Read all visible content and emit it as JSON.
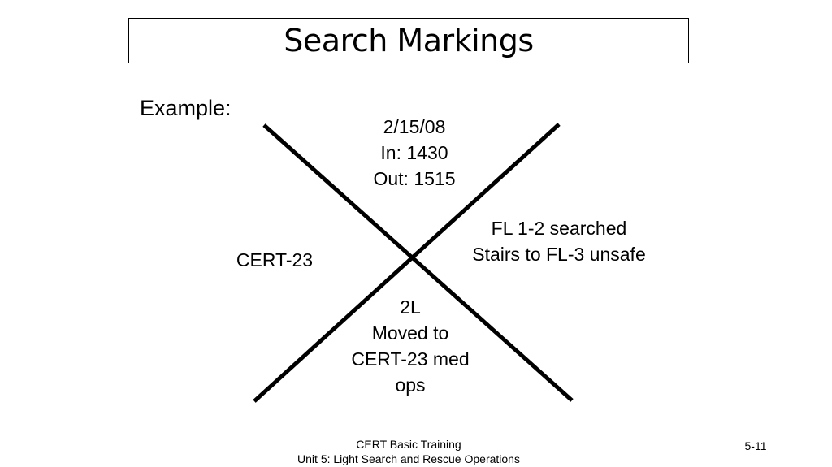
{
  "slide": {
    "title": "Search Markings",
    "example_label": "Example:",
    "marking": {
      "top": [
        "2/15/08",
        "In: 1430",
        "Out: 1515"
      ],
      "right": [
        "FL 1-2 searched",
        "Stairs to FL-3 unsafe"
      ],
      "left": [
        "CERT-23"
      ],
      "bottom": [
        "2L",
        "Moved to",
        "CERT-23 med",
        "ops"
      ]
    },
    "footer": [
      "CERT Basic Training",
      "Unit 5: Light Search and Rescue Operations"
    ],
    "slide_number": "5-11"
  }
}
